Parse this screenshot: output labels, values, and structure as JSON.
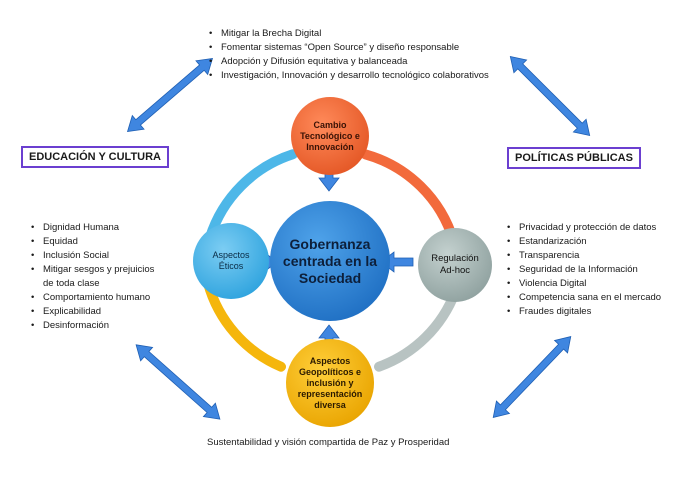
{
  "top_list": [
    "Mitigar la Brecha Digital",
    "Fomentar sistemas “Open Source” y diseño responsable",
    "Adopción y Difusión  equitativa y balanceada",
    "Investigación, Innovación y desarrollo tecnológico colaborativos"
  ],
  "left_box": "EDUCACIÓN Y CULTURA",
  "right_box": "POLÍTICAS PÚBLICAS",
  "left_list": [
    "Dignidad Humana",
    "Equidad",
    "Inclusión Social",
    "Mitigar sesgos y prejuicios",
    "de toda clase",
    "Comportamiento humano",
    "Explicabilidad",
    "Desinformación"
  ],
  "right_list": [
    "Privacidad y protección de datos",
    "Estandarización",
    "Transparencia",
    "Seguridad de la Información",
    "Violencia Digital",
    "Competencia sana en el mercado",
    "Fraudes digitales"
  ],
  "center": "Gobernanza centrada en la Sociedad",
  "nodes": {
    "top": "Cambio Tecnológico e Innovación",
    "left": "Aspectos Éticos",
    "right": "Regulación Ad-hoc",
    "bottom": "Aspectos Geopolíticos e inclusión y representación diversa"
  },
  "bottom_text": "Sustentabilidad y visión compartida de Paz y Prosperidad",
  "colors": {
    "top": "#f26a3c",
    "left": "#4db7e8",
    "right": "#a7b7b5",
    "bottom": "#f5b60c",
    "center": "#2c85d4",
    "arrow": "#3f86e0",
    "box_border": "#6b3fd0"
  }
}
